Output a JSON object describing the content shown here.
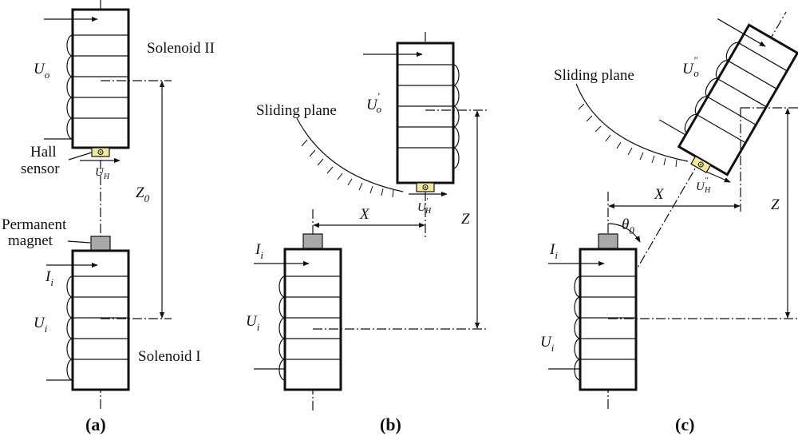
{
  "panels": {
    "a": {
      "caption": "(a)",
      "solenoid_top_label": "Solenoid II",
      "solenoid_bottom_label": "Solenoid  I",
      "hall_sensor_line1": "Hall",
      "hall_sensor_line2": "sensor",
      "magnet_line1": "Permanent",
      "magnet_line2": "magnet",
      "uo": {
        "main": "U",
        "sub": "o"
      },
      "uh": {
        "main": "U",
        "sub": "H"
      },
      "z0": {
        "main": "Z",
        "sub": "0"
      },
      "ii": {
        "main": "I",
        "sub": "i"
      },
      "ui": {
        "main": "U",
        "sub": "i"
      }
    },
    "b": {
      "caption": "(b)",
      "sliding_plane": "Sliding plane",
      "uo": {
        "main": "U",
        "sub": "o",
        "sup": "'"
      },
      "uh": {
        "main": "U",
        "sub": "H",
        "sup": "'"
      },
      "x": "X",
      "z": "Z",
      "ii": {
        "main": "I",
        "sub": "i"
      },
      "ui": {
        "main": "U",
        "sub": "i"
      }
    },
    "c": {
      "caption": "(c)",
      "sliding_plane": "Sliding plane",
      "uo": {
        "main": "U",
        "sub": "o",
        "sup": "\""
      },
      "uh": {
        "main": "U",
        "sub": "H",
        "sup": "\""
      },
      "x": "X",
      "z": "Z",
      "theta": {
        "main": "θ",
        "sub": "0"
      },
      "ii": {
        "main": "I",
        "sub": "i"
      },
      "ui": {
        "main": "U",
        "sub": "i"
      }
    }
  },
  "colors": {
    "hall_sensor": "#f2e9a0",
    "magnet": "#a8a8a8",
    "ink": "#111111"
  }
}
